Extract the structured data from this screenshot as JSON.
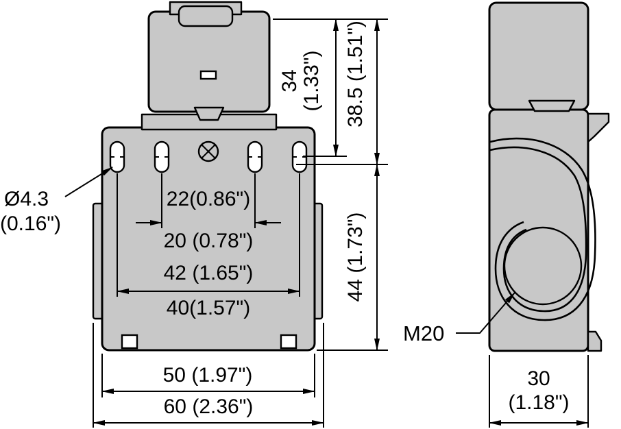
{
  "drawing": {
    "front": {
      "hole_dia": "Ø4.3",
      "hole_dia_in": "(0.16\")",
      "dim22": "22(0.86\")",
      "dim20": "20 (0.78\")",
      "dim42": "42 (1.65\")",
      "dim40": "40(1.57\")",
      "dim50": "50 (1.97\")",
      "dim60": "60 (2.36\")",
      "dim34": "34",
      "dim34_in": "(1.33\")",
      "dim38_5": "38.5 (1.51\")",
      "dim44": "44 (1.73\")"
    },
    "side": {
      "m20": "M20",
      "dim30": "30",
      "dim30_in": "(1.18\")"
    },
    "colors": {
      "body_fill": "#c8c8c8",
      "line_color": "#000000"
    }
  }
}
